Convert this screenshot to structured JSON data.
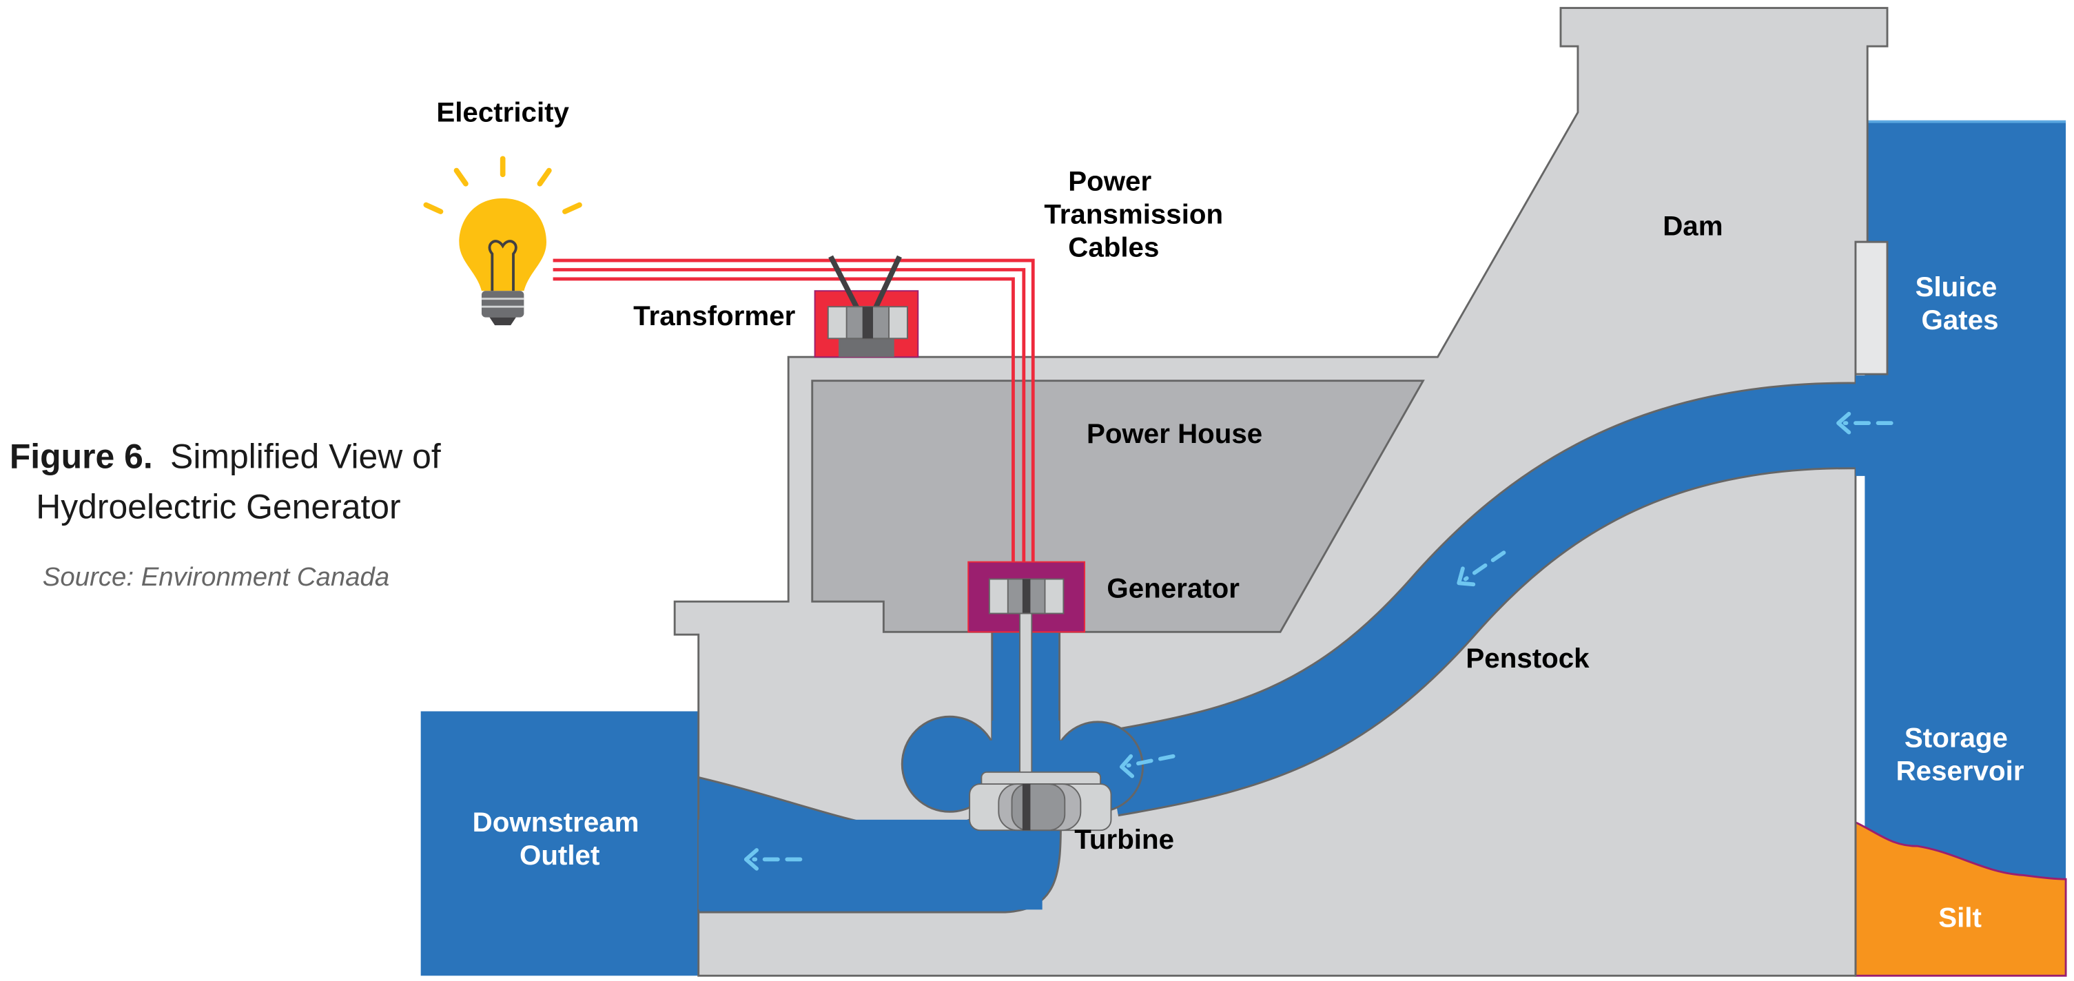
{
  "caption": {
    "figure_number": "Figure 6.",
    "title_line1": "Simplified View of",
    "title_line2": "Hydroelectric Generator",
    "source": "Source: Environment Canada"
  },
  "labels": {
    "electricity": "Electricity",
    "cables": [
      "Power",
      "Transmission",
      "Cables"
    ],
    "transformer": "Transformer",
    "dam": "Dam",
    "sluice_gates": [
      "Sluice",
      "Gates"
    ],
    "power_house": "Power House",
    "generator": "Generator",
    "penstock": "Penstock",
    "turbine": "Turbine",
    "downstream_outlet": [
      "Downstream",
      "Outlet"
    ],
    "storage_reservoir": [
      "Storage",
      "Reservoir"
    ],
    "silt": "Silt"
  },
  "colors": {
    "water": "#2a74bb",
    "structure": "#d2d3d5",
    "power_house": "#b1b2b5",
    "cable": "#ee2a3c",
    "generator": "#9b1f6f",
    "silt": "#f7941d",
    "bulb": "#fdc010",
    "flow_arrow": "#6ec6f0"
  }
}
